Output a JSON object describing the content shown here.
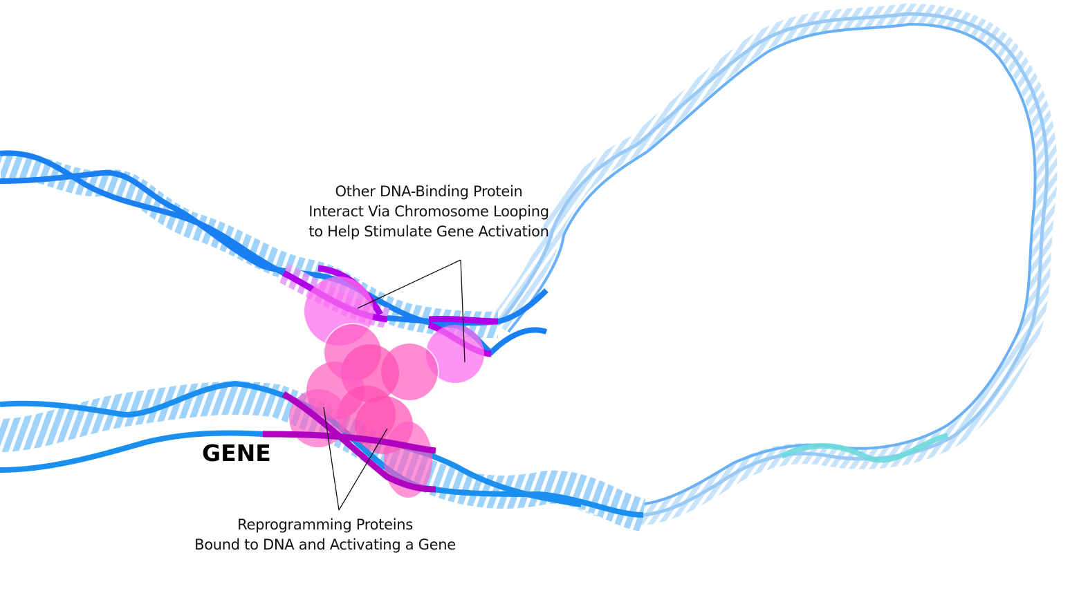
{
  "diagram": {
    "title": "Reprogramming proteins and chromosome looping activating a gene",
    "labels": {
      "top": [
        "Other DNA-Binding Protein",
        "Interact Via Chromosome Looping",
        "to Help Stimulate Gene Activation"
      ],
      "bottom": [
        "Reprogramming Proteins",
        "Bound to DNA and Activating a Gene"
      ],
      "gene": "GENE"
    },
    "colors": {
      "dna_backbone": "#1a7ff0",
      "dna_backbone_light": "#5aa8f5",
      "dna_rungs": "#9fd3fb",
      "dna_loop": "#8ec4f5",
      "gene_region": "#b100e8",
      "gene_region_lower": "#b000c0",
      "protein_pink": "#ff5cc0",
      "protein_magenta": "#ff80f0",
      "cyan_segment": "#6dd9dc",
      "text": "#111111"
    },
    "elements": [
      {
        "id": "upper-dna-strand",
        "description": "DNA double helix entering from left, upper"
      },
      {
        "id": "lower-dna-strand",
        "description": "DNA double helix entering from left, lower"
      },
      {
        "id": "chromosome-loop",
        "description": "Large DNA loop on the right"
      },
      {
        "id": "gene-segment",
        "description": "Magenta-highlighted gene region on lower strand"
      },
      {
        "id": "binding-site-segment",
        "description": "Purple-highlighted binding region on upper strand"
      },
      {
        "id": "protein-cluster",
        "description": "Cluster of pink circles representing proteins"
      }
    ]
  }
}
